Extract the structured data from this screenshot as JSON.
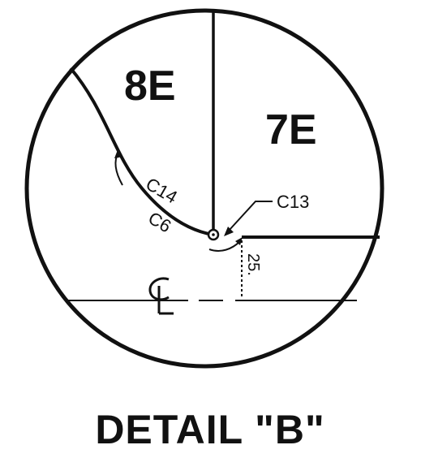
{
  "detail": {
    "title": "DETAIL \"B\"",
    "regions": {
      "left": "8E",
      "right": "7E"
    },
    "labels": {
      "arc_upper": "C14",
      "arc_lower": "C6",
      "point": "C13",
      "dimension": "25."
    },
    "centerline_symbol": "CL"
  },
  "colors": {
    "ink": "#111111",
    "paper": "#ffffff"
  }
}
